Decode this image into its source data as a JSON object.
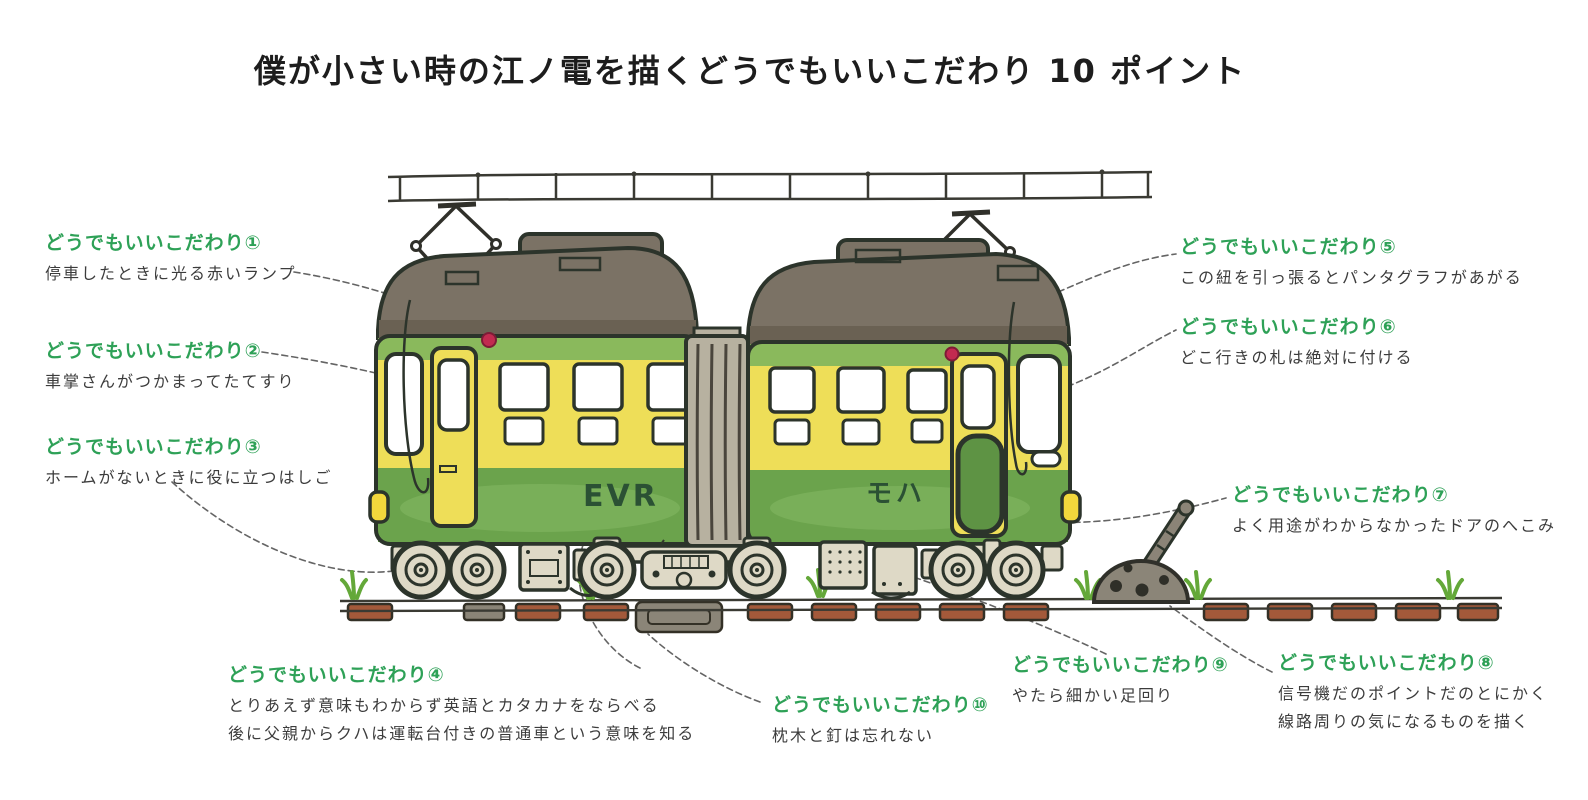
{
  "title": "僕が小さい時の江ノ電を描くどうでもいいこだわり 10 ポイント",
  "train": {
    "car_left_text": "EVR",
    "car_right_text": "モハ"
  },
  "colors": {
    "label_green": "#2ea157",
    "body_green": "#6ba34c",
    "window_band_yellow": "#eede58",
    "roof_gray": "#7b7265",
    "lamp_red": "#c22a50",
    "sleeper_brown": "#a3593a"
  },
  "annotations": [
    {
      "label": "どうでもいいこだわり①",
      "lines": [
        "停車したときに光る赤いランプ"
      ]
    },
    {
      "label": "どうでもいいこだわり②",
      "lines": [
        "車掌さんがつかまってたてすり"
      ]
    },
    {
      "label": "どうでもいいこだわり③",
      "lines": [
        "ホームがないときに役に立つはしご"
      ]
    },
    {
      "label": "どうでもいいこだわり④",
      "lines": [
        "とりあえず意味もわからず英語とカタカナをならべる",
        "後に父親からクハは運転台付きの普通車という意味を知る"
      ]
    },
    {
      "label": "どうでもいいこだわり⑤",
      "lines": [
        "この紐を引っ張るとパンタグラフがあがる"
      ]
    },
    {
      "label": "どうでもいいこだわり⑥",
      "lines": [
        "どこ行きの札は絶対に付ける"
      ]
    },
    {
      "label": "どうでもいいこだわり⑦",
      "lines": [
        "よく用途がわからなかったドアのへこみ"
      ]
    },
    {
      "label": "どうでもいいこだわり⑧",
      "lines": [
        "信号機だのポイントだのとにかく",
        "線路周りの気になるものを描く"
      ]
    },
    {
      "label": "どうでもいいこだわり⑨",
      "lines": [
        "やたら細かい足回り"
      ]
    },
    {
      "label": "どうでもいいこだわり⑩",
      "lines": [
        "枕木と釘は忘れない"
      ]
    }
  ]
}
